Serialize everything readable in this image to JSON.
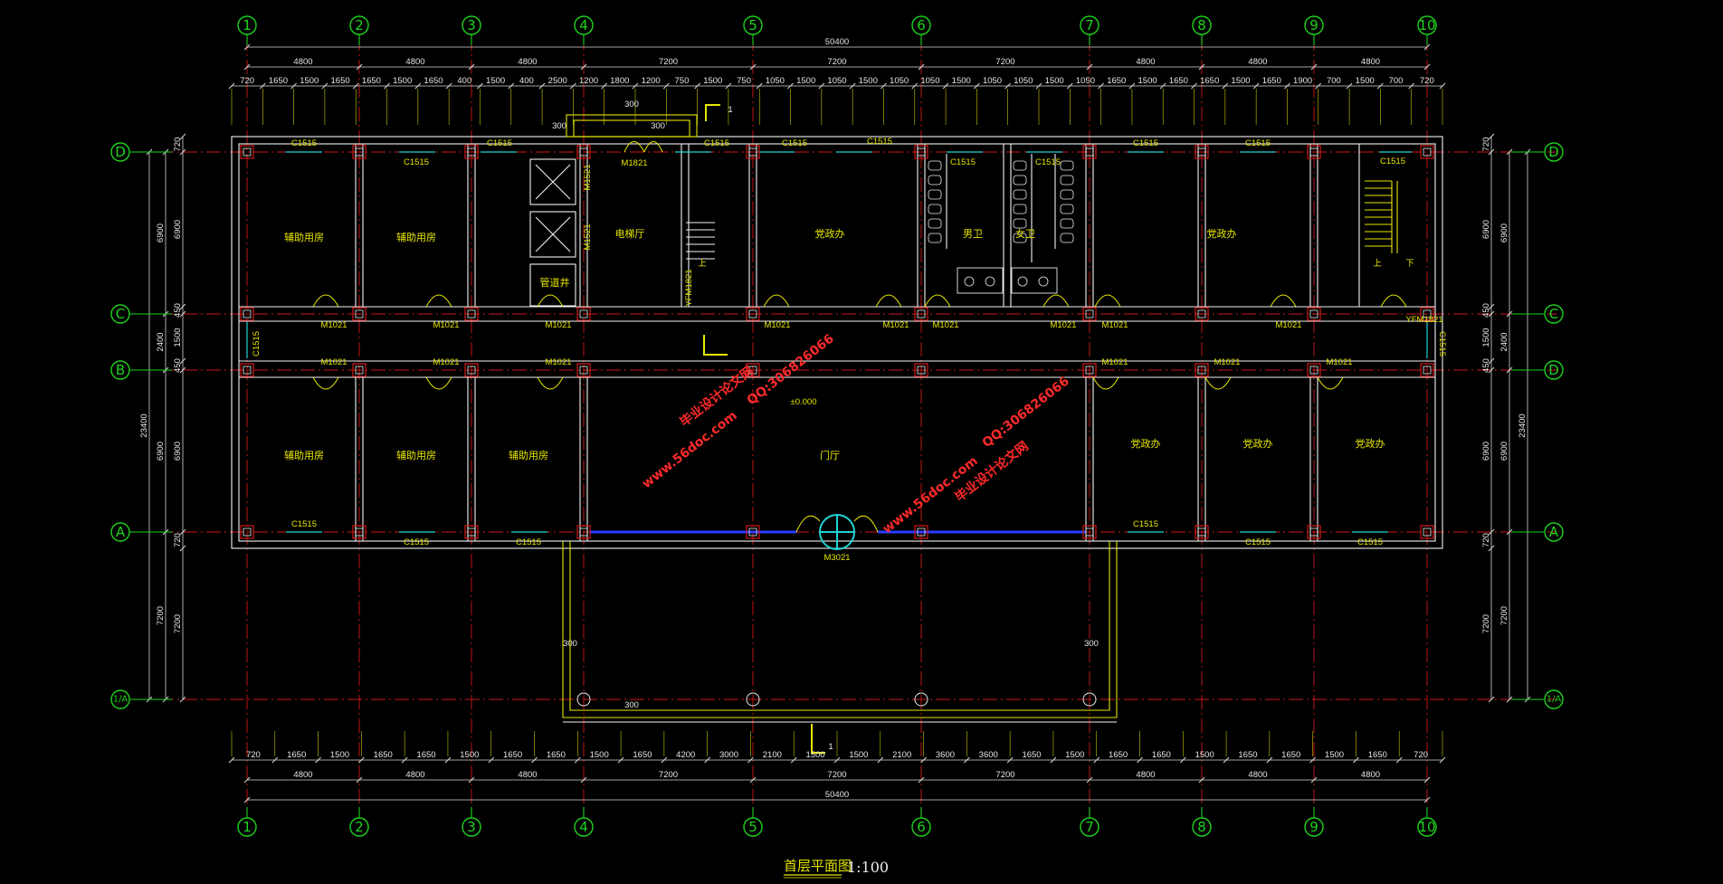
{
  "axes": {
    "columns": [
      "1",
      "2",
      "3",
      "4",
      "5",
      "6",
      "7",
      "8",
      "9",
      "10"
    ],
    "rows_left": [
      "D",
      "C",
      "B",
      "A",
      "1/A"
    ],
    "rows_right": [
      "D",
      "C",
      "D",
      "A",
      "1/A"
    ]
  },
  "dimensions": {
    "top_total": "50400",
    "top_bays": [
      "4800",
      "4800",
      "4800",
      "7200",
      "7200",
      "7200",
      "4800",
      "4800",
      "4800"
    ],
    "top_detail": [
      "720",
      "1650",
      "1500",
      "1650",
      "1650",
      "1500",
      "1650",
      "400",
      "1500",
      "400",
      "2500",
      "1200",
      "1800",
      "1200",
      "750",
      "1500",
      "750",
      "1050",
      "1500",
      "1050",
      "1500",
      "1050",
      "1050",
      "1500",
      "1050",
      "1050",
      "1500",
      "1050",
      "1650",
      "1500",
      "1650",
      "1650",
      "1500",
      "1650",
      "1900",
      "700",
      "1500",
      "700",
      "720"
    ],
    "bottom_detail": [
      "720",
      "1650",
      "1500",
      "1650",
      "1650",
      "1500",
      "1650",
      "1650",
      "1500",
      "1650",
      "4200",
      "3000",
      "2100",
      "1500",
      "1500",
      "2100",
      "3600",
      "3600",
      "1650",
      "1500",
      "1650",
      "1650",
      "1500",
      "1650",
      "1650",
      "1500",
      "1650",
      "720"
    ],
    "bottom_bays": [
      "4800",
      "4800",
      "4800",
      "7200",
      "7200",
      "7200",
      "4800",
      "4800",
      "4800"
    ],
    "bottom_total": "50400",
    "left_outer": "23400",
    "left_parts": [
      "720",
      "6900",
      "450",
      "1500",
      "450",
      "6900",
      "720",
      "7200"
    ],
    "left_bays": [
      "6900",
      "2400",
      "6900",
      "7200"
    ],
    "right_outer": "23400",
    "right_parts": [
      "720",
      "6900",
      "450",
      "1500",
      "450",
      "6900",
      "720",
      "7200"
    ],
    "right_bays": [
      "6900",
      "2400",
      "6900",
      "7200"
    ],
    "stair_300": "300"
  },
  "rooms": {
    "aux1": "辅助用房",
    "aux2": "辅助用房",
    "aux3": "辅助用房",
    "aux4": "辅助用房",
    "aux5": "辅助用房",
    "pipe_well": "管道井",
    "elevator_hall": "电梯厅",
    "office1": "党政办",
    "men_wc": "男卫",
    "women_wc": "女卫",
    "office2": "党政办",
    "office3": "党政办",
    "office4": "党政办",
    "office5": "党政办",
    "lobby": "门厅",
    "level": "±0.000",
    "up1": "上",
    "up2": "上",
    "down": "下"
  },
  "labels": {
    "window": "C1515",
    "door": "M1021",
    "main_door": "M3021",
    "stair_door": "M1821",
    "fire_door": "YFM1821",
    "elev_door": "M1521",
    "section_mark": "1"
  },
  "watermark": {
    "line1": "毕业设计论文网",
    "line2": "www.56doc.com",
    "line3": "QQ:306826066"
  },
  "title": {
    "text": "首层平面图",
    "scale": "1:100"
  },
  "colors": {
    "axis": "#1fd31f",
    "grid": "#d01818",
    "wall": "#f2f2f2",
    "annotation": "#e6e600",
    "window": "#1fd3d3",
    "watermark": "#ff2a2a"
  }
}
